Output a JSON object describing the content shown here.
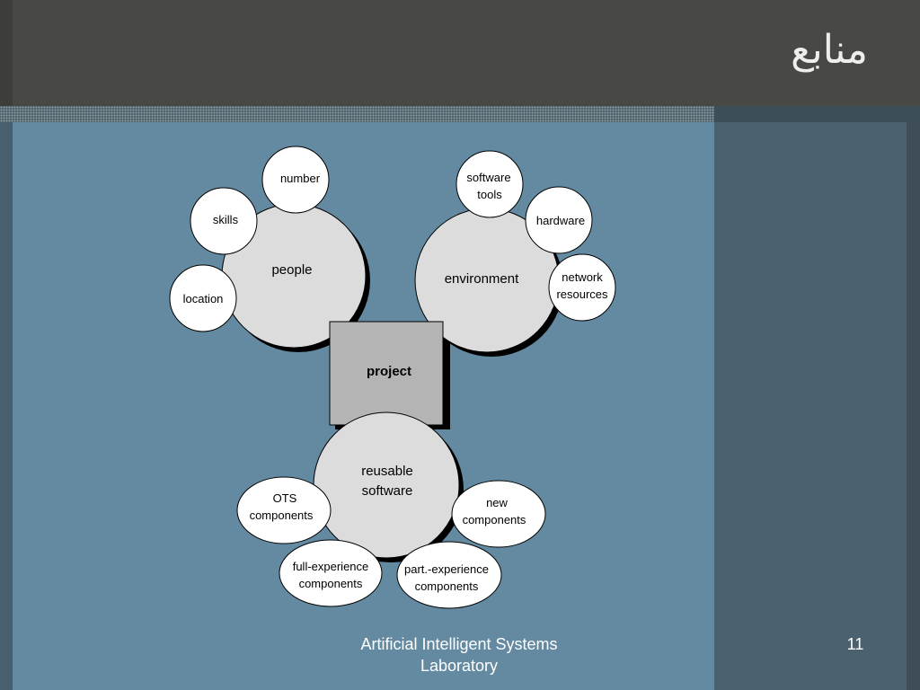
{
  "slide": {
    "title": "منابع",
    "footer_text_line1": "Artificial Intelligent Systems",
    "footer_text_line2": "Laboratory",
    "page_number": "11"
  },
  "diagram": {
    "center": "project",
    "people": {
      "label": "people",
      "items": [
        "number",
        "skills",
        "location"
      ]
    },
    "environment": {
      "label": "environment",
      "items": [
        {
          "line1": "software",
          "line2": "tools"
        },
        {
          "line1": "hardware",
          "line2": ""
        },
        {
          "line1": "network",
          "line2": "resources"
        }
      ]
    },
    "reusable_software": {
      "line1": "reusable",
      "line2": "software",
      "items": [
        {
          "line1": "OTS",
          "line2": "components"
        },
        {
          "line1": "new",
          "line2": "components"
        },
        {
          "line1": "full-experience",
          "line2": "components"
        },
        {
          "line1": "part.-experience",
          "line2": "components"
        }
      ]
    }
  },
  "colors": {
    "content_bg": "#648aa2",
    "big_circle_fill": "#dcdcdc",
    "project_box_fill": "#b4b4b4",
    "small_circle_fill": "#ffffff"
  }
}
